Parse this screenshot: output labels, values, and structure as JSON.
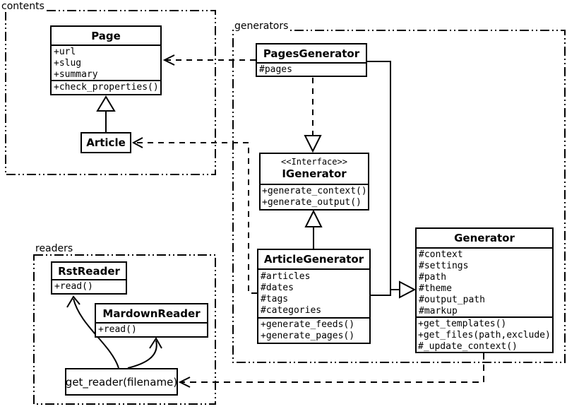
{
  "diagram": {
    "background_color": "#ffffff",
    "line_color": "#000000"
  },
  "packages": {
    "contents": {
      "label": "contents"
    },
    "generators": {
      "label": "generators"
    },
    "readers": {
      "label": "readers"
    }
  },
  "classes": {
    "page": {
      "title": "Page",
      "attrs": [
        "+url",
        "+slug",
        "+summary"
      ],
      "methods": [
        "+check_properties()"
      ]
    },
    "article": {
      "title": "Article"
    },
    "pages_generator": {
      "title": "PagesGenerator",
      "attrs": [
        "#pages"
      ]
    },
    "igenerator": {
      "stereotype": "<<Interface>>",
      "title": "IGenerator",
      "methods": [
        "+generate_context()",
        "+generate_output()"
      ]
    },
    "article_generator": {
      "title": "ArticleGenerator",
      "attrs": [
        "#articles",
        "#dates",
        "#tags",
        "#categories"
      ],
      "methods": [
        "+generate_feeds()",
        "+generate_pages()"
      ]
    },
    "generator": {
      "title": "Generator",
      "attrs": [
        "#context",
        "#settings",
        "#path",
        "#theme",
        "#output_path",
        "#markup"
      ],
      "methods": [
        "+get_templates()",
        "+get_files(path,exclude)",
        "#_update_context()"
      ]
    },
    "rst_reader": {
      "title": "RstReader",
      "methods": [
        "+read()"
      ]
    },
    "mardown_reader": {
      "title": "MardownReader",
      "methods": [
        "+read()"
      ]
    },
    "get_reader": {
      "label": "get_reader(filename)"
    }
  },
  "relationships": {
    "article_extends_page": "generalization",
    "pages_generator_realizes_igenerator": "realization",
    "article_generator_realizes_igenerator": "generalization",
    "generators_extend_generator": "generalization",
    "pages_generator_uses_page": "dependency",
    "article_generator_uses_article": "dependency",
    "generator_uses_get_reader": "dependency",
    "get_reader_to_rst_reader": "association",
    "get_reader_to_mardown_reader": "association"
  }
}
